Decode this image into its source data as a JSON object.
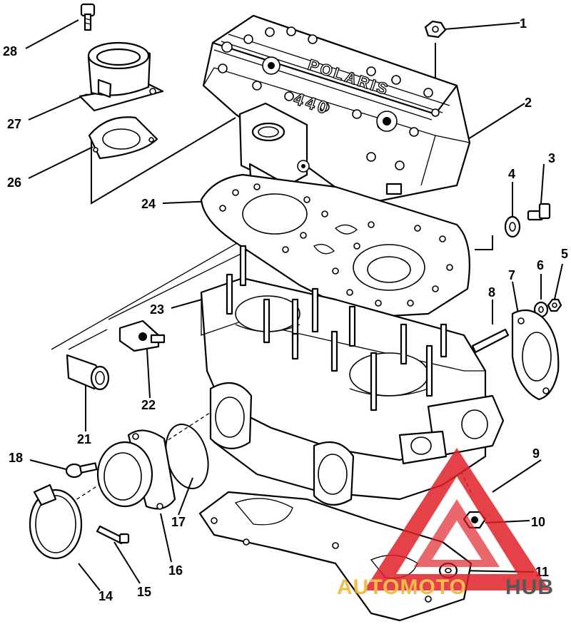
{
  "diagram": {
    "callouts": [
      "1",
      "2",
      "3",
      "4",
      "5",
      "6",
      "7",
      "8",
      "9",
      "10",
      "11",
      "14",
      "15",
      "16",
      "17",
      "18",
      "21",
      "22",
      "23",
      "24",
      "26",
      "27",
      "28"
    ],
    "head_cover_text": [
      "POLARIS",
      "440"
    ]
  },
  "watermark": {
    "text_left": "AUTOMOTO",
    "text_right": "HUB",
    "color_red": "#e0202a",
    "color_gold": "#f2b12e",
    "color_dark": "#3a3a3a"
  }
}
